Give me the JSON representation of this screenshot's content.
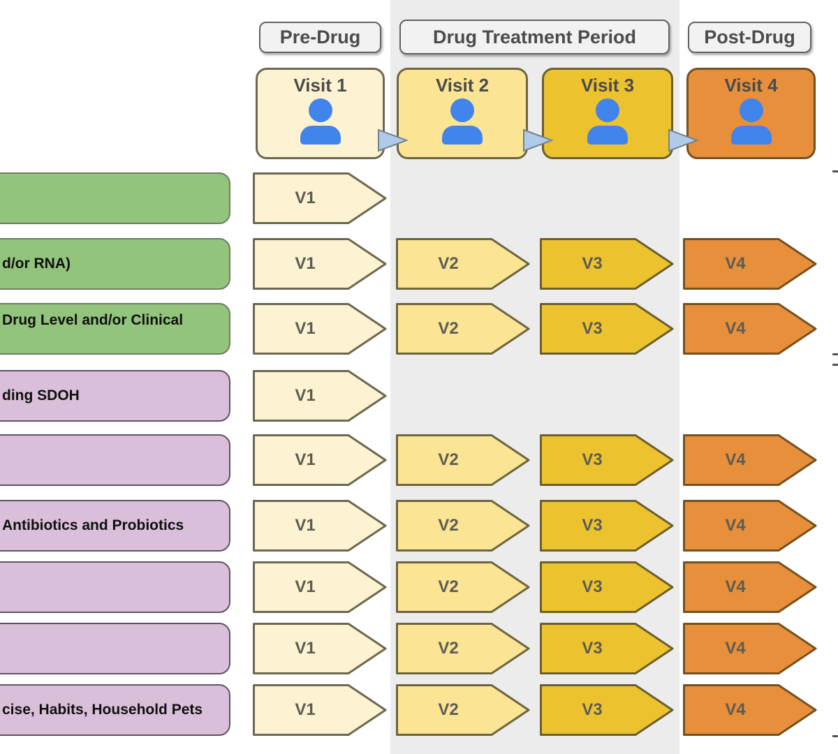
{
  "phases": [
    {
      "label": "Pre-Drug"
    },
    {
      "label": "Drug Treatment Period"
    },
    {
      "label": "Post-Drug"
    }
  ],
  "visit_columns": [
    {
      "label": "Visit 1",
      "tag": "V1",
      "fill": "#FDF3D2",
      "border": "#6C6750"
    },
    {
      "label": "Visit 2",
      "tag": "V2",
      "fill": "#FBE493",
      "border": "#6C6540"
    },
    {
      "label": "Visit 3",
      "tag": "V3",
      "fill": "#ECC32F",
      "border": "#6B5E2F"
    },
    {
      "label": "Visit 4",
      "tag": "V4",
      "fill": "#E78F3B",
      "border": "#74511F"
    }
  ],
  "rows": [
    {
      "label": "",
      "color_group": "green",
      "arrows": [
        "V1"
      ]
    },
    {
      "label": "d/or RNA)",
      "color_group": "green",
      "arrows": [
        "V1",
        "V2",
        "V3",
        "V4"
      ]
    },
    {
      "label": "Drug Level and/or Clinical",
      "color_group": "green",
      "arrows": [
        "V1",
        "V2",
        "V3",
        "V4"
      ],
      "label_align": "top"
    },
    {
      "label": "ding SDOH",
      "color_group": "purple",
      "arrows": [
        "V1"
      ]
    },
    {
      "label": "",
      "color_group": "purple",
      "arrows": [
        "V1",
        "V2",
        "V3",
        "V4"
      ]
    },
    {
      "label": "Antibiotics and Probiotics",
      "color_group": "purple",
      "arrows": [
        "V1",
        "V2",
        "V3",
        "V4"
      ]
    },
    {
      "label": "",
      "color_group": "purple",
      "arrows": [
        "V1",
        "V2",
        "V3",
        "V4"
      ]
    },
    {
      "label": "",
      "color_group": "purple",
      "arrows": [
        "V1",
        "V2",
        "V3",
        "V4"
      ]
    },
    {
      "label": "cise, Habits, Household Pets",
      "color_group": "purple",
      "arrows": [
        "V1",
        "V2",
        "V3",
        "V4"
      ]
    }
  ],
  "colors": {
    "treatment_band": "#ECECEC",
    "phase_box_fill": "#F2F2F2",
    "green_row": "#93C47D",
    "purple_row": "#D9BFD9",
    "person_icon_blue": "#4184EC",
    "flow_arrow_blue": "#AECBEA",
    "arrow_text": "#5C5C52"
  }
}
